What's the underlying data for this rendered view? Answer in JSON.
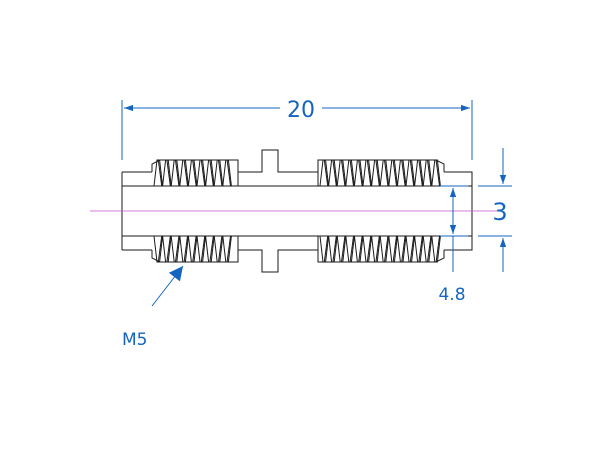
{
  "colors": {
    "outline": "#1a1a1a",
    "dimension": "#1565c0",
    "centerline": "#c050c8",
    "background": "#ffffff"
  },
  "dimensions": {
    "overall_length": "20",
    "bore_diameter": "3",
    "outer_diameter": "4.8",
    "thread": "M5"
  }
}
